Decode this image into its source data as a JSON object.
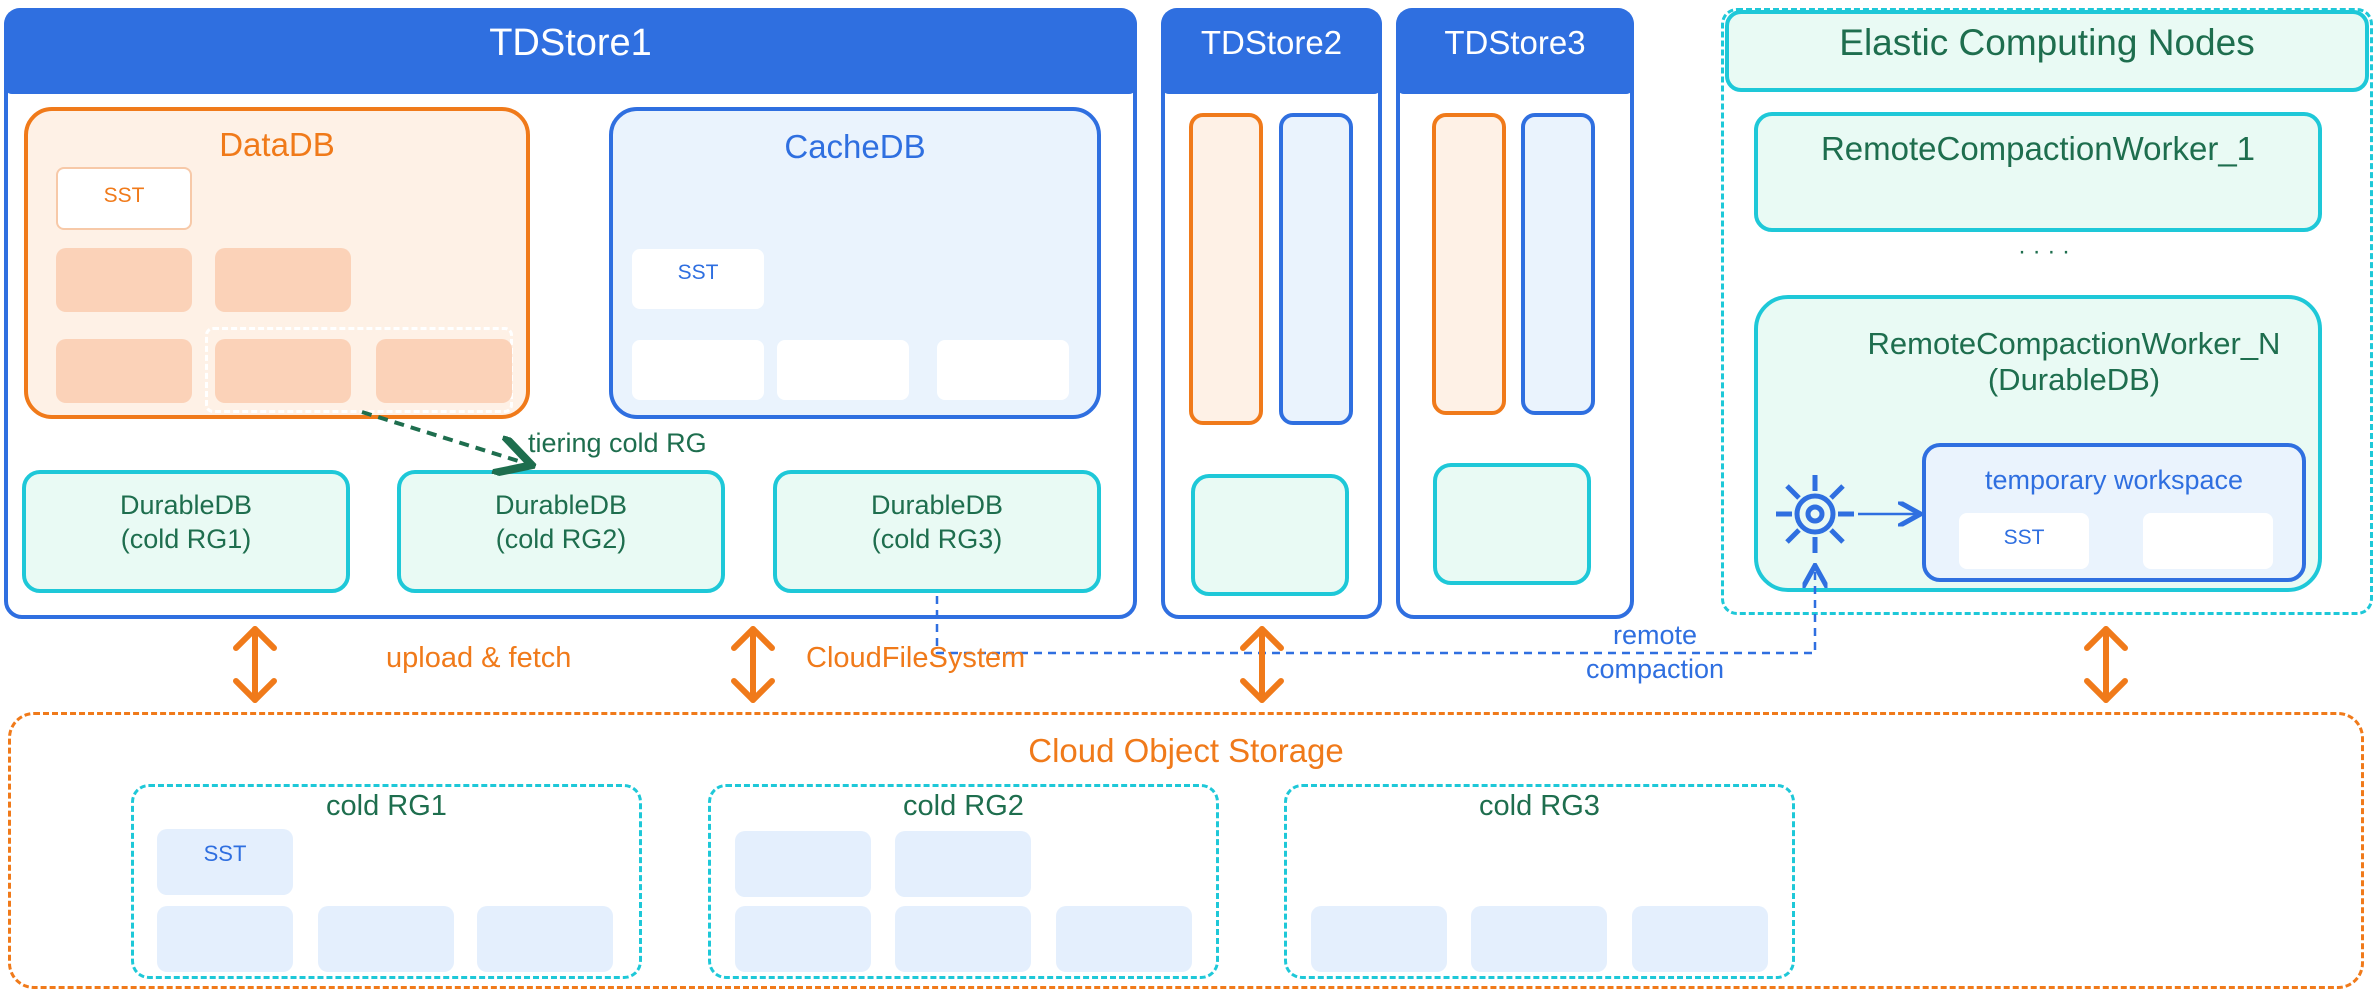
{
  "stores": {
    "s1": {
      "title": "TDStore1"
    },
    "s2": {
      "title": "TDStore2"
    },
    "s3": {
      "title": "TDStore3"
    }
  },
  "datadb": {
    "title": "DataDB",
    "sst": "SST"
  },
  "cachedb": {
    "title": "CacheDB",
    "sst": "SST"
  },
  "tiering_label": "tiering cold RG",
  "durable": [
    {
      "line1": "DurableDB",
      "line2": "(cold RG1)"
    },
    {
      "line1": "DurableDB",
      "line2": "(cold RG2)"
    },
    {
      "line1": "DurableDB",
      "line2": "(cold RG3)"
    }
  ],
  "elastic": {
    "title": "Elastic Computing Nodes",
    "worker1": "RemoteCompactionWorker_1",
    "dots": "· · · ·",
    "workerN_line1": "RemoteCompactionWorker_N",
    "workerN_line2": "(DurableDB)",
    "workspace": "temporary workspace",
    "sst": "SST"
  },
  "labels": {
    "upload_fetch": "upload & fetch",
    "cloud_fs": "CloudFileSystem",
    "remote_line1": "remote",
    "remote_line2": "compaction"
  },
  "storage": {
    "title": "Cloud Object Storage",
    "groups": [
      {
        "title": "cold RG1",
        "sst": "SST"
      },
      {
        "title": "cold RG2"
      },
      {
        "title": "cold RG3"
      }
    ]
  },
  "colors": {
    "blue": "#2f6fe0",
    "orange": "#f07a1a",
    "teal": "#1ec8d8",
    "dark_green": "#1e6e4e"
  },
  "icons": [
    "gear-icon",
    "bidirectional-arrow-icon"
  ]
}
